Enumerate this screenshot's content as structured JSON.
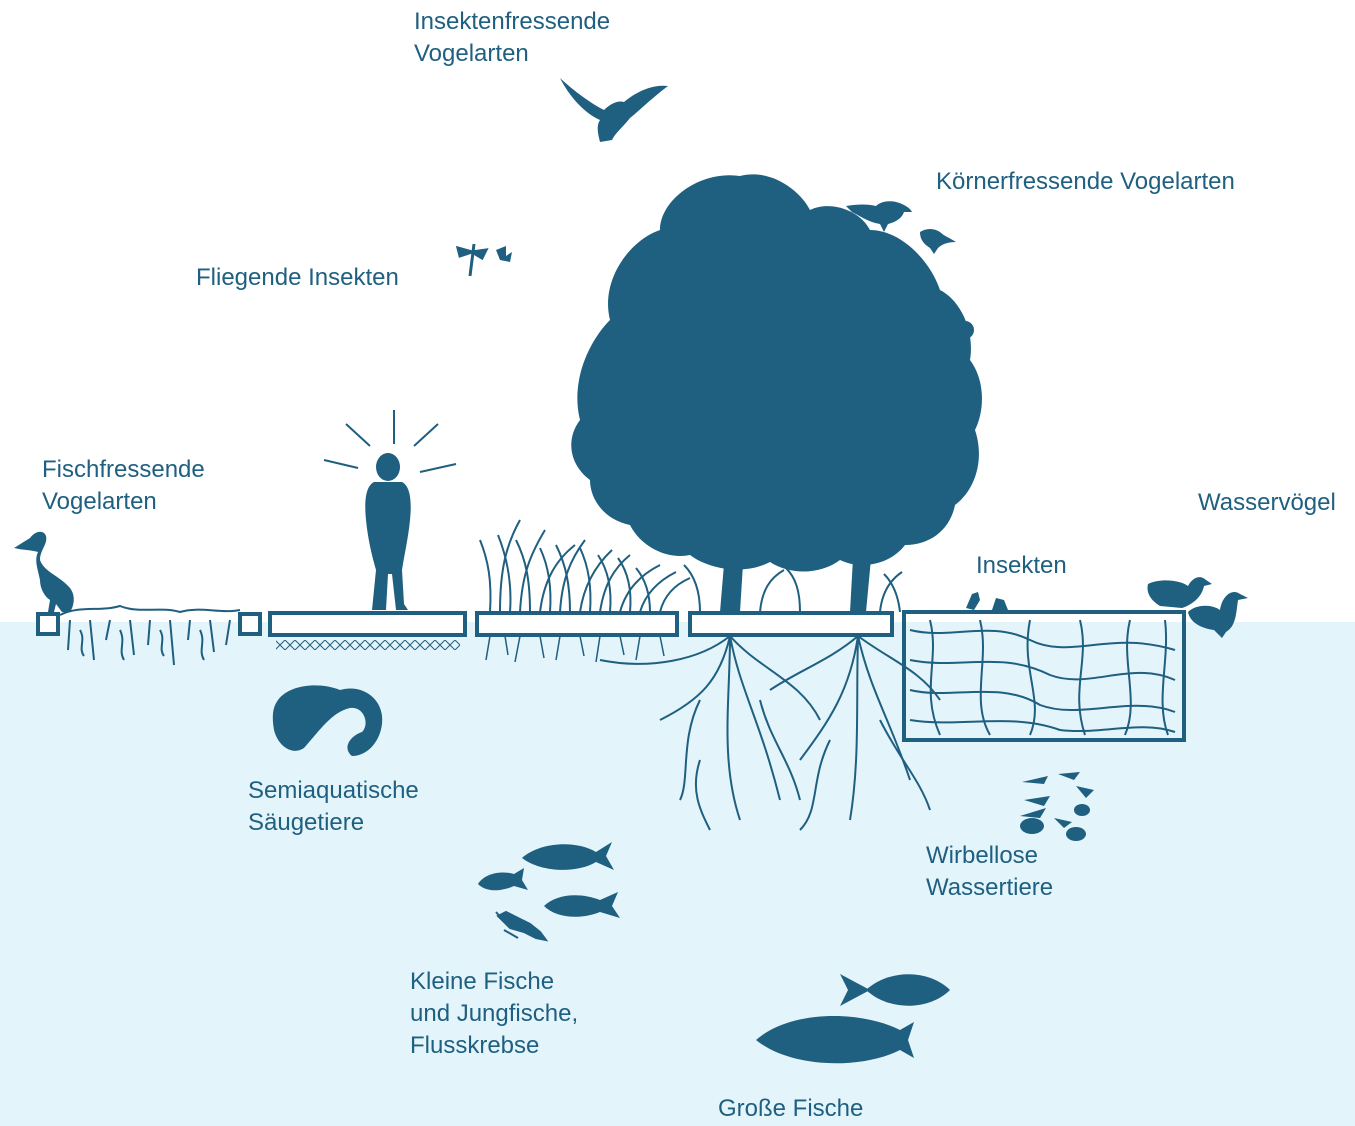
{
  "labels": {
    "insect_birds": [
      "Insektenfressende",
      "Vogelarten"
    ],
    "grain_birds": "Körnerfressende Vogelarten",
    "flying_insects": "Fliegende Insekten",
    "fish_birds": [
      "Fischfressende",
      "Vogelarten"
    ],
    "water_birds": "Wasservögel",
    "insects": "Insekten",
    "semiaquatic_mammals": [
      "Semiaquatische",
      "Säugetiere"
    ],
    "invertebrates": [
      "Wirbellose",
      "Wassertiere"
    ],
    "small_fish": [
      "Kleine Fische",
      "und Jungfische,",
      "Flusskrebse"
    ],
    "large_fish": "Große Fische"
  },
  "colors": {
    "primary": "#1f5f80",
    "water": "#e3f4fb",
    "background": "#ffffff"
  },
  "icons": [
    "bird-flying-icon",
    "grain-bird-icon",
    "dragonfly-icon",
    "butterfly-icon",
    "heron-icon",
    "person-icon",
    "tree-icon",
    "roots-icon",
    "reeds-icon",
    "otter-icon",
    "fish-icon",
    "crayfish-icon",
    "duck-icon",
    "invertebrate-icon"
  ]
}
